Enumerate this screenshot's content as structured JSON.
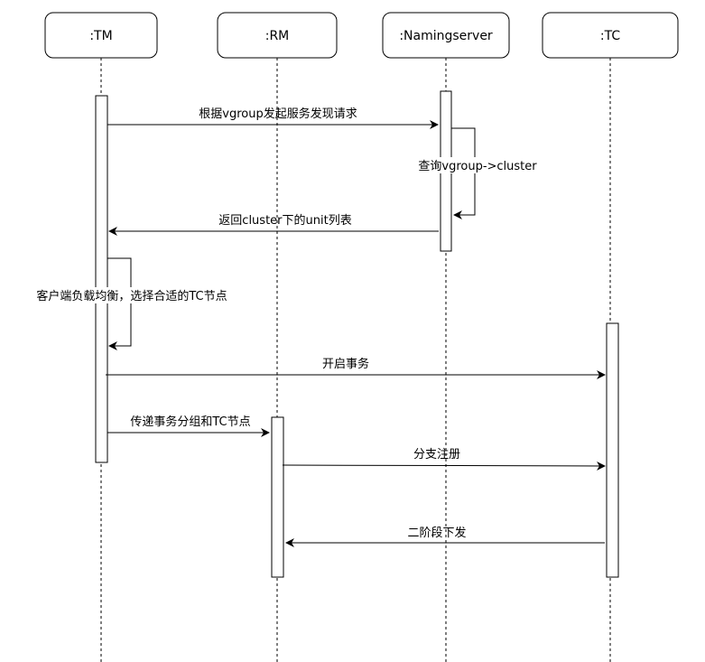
{
  "participants": [
    {
      "id": "tm",
      "label": ":TM"
    },
    {
      "id": "rm",
      "label": ":RM"
    },
    {
      "id": "ns",
      "label": ":Namingserver"
    },
    {
      "id": "tc",
      "label": ":TC"
    }
  ],
  "messages": [
    {
      "id": "m1",
      "label": "根据vgroup发起服务发现请求",
      "from": "tm",
      "to": "ns",
      "kind": "call"
    },
    {
      "id": "m2",
      "label": "查询vgroup->cluster",
      "from": "ns",
      "to": "ns",
      "kind": "self"
    },
    {
      "id": "m3",
      "label": "返回cluster下的unit列表",
      "from": "ns",
      "to": "tm",
      "kind": "return"
    },
    {
      "id": "m4",
      "label": "客户端负载均衡，选择合适的TC节点",
      "from": "tm",
      "to": "tm",
      "kind": "self"
    },
    {
      "id": "m5",
      "label": "开启事务",
      "from": "tm",
      "to": "tc",
      "kind": "call"
    },
    {
      "id": "m6",
      "label": "传递事务分组和TC节点",
      "from": "tm",
      "to": "rm",
      "kind": "call"
    },
    {
      "id": "m7",
      "label": "分支注册",
      "from": "rm",
      "to": "tc",
      "kind": "call"
    },
    {
      "id": "m8",
      "label": "二阶段下发",
      "from": "tc",
      "to": "rm",
      "kind": "return"
    }
  ]
}
